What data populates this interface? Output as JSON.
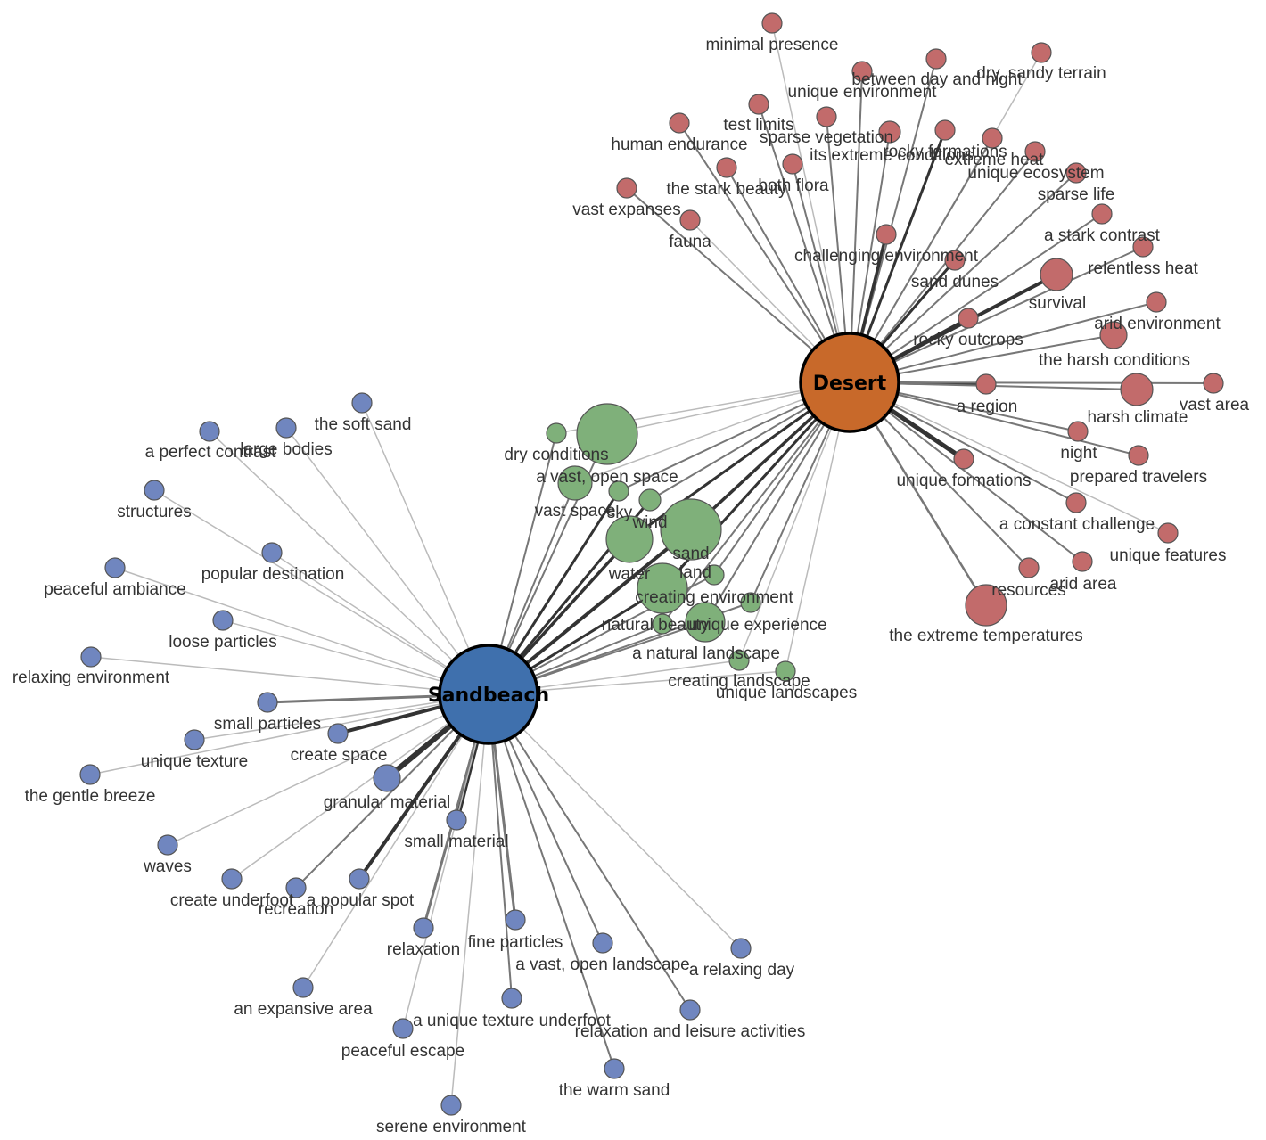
{
  "colors": {
    "desert": "#c26b6b",
    "sandbeach": "#7086bf",
    "shared": "#7fb07a",
    "hub_desert": "#c8692a",
    "hub_sandbeach": "#3f70ad",
    "edge_light": "#bbbbbb",
    "edge_mid": "#777777",
    "edge_dark": "#333333"
  },
  "hubs": [
    {
      "id": "desert",
      "label": "Desert"
    },
    {
      "id": "sandbeach",
      "label": "Sandbeach"
    }
  ],
  "nodes": [
    {
      "id": "d1",
      "label": "minimal presence",
      "group": "desert"
    },
    {
      "id": "d2",
      "label": "between day and night",
      "group": "desert"
    },
    {
      "id": "d3",
      "label": "dry, sandy terrain",
      "group": "desert"
    },
    {
      "id": "d4",
      "label": "unique environment",
      "group": "desert"
    },
    {
      "id": "d5",
      "label": "test limits",
      "group": "desert"
    },
    {
      "id": "d6",
      "label": "human endurance",
      "group": "desert"
    },
    {
      "id": "d7",
      "label": "sparse vegetation",
      "group": "desert"
    },
    {
      "id": "d8",
      "label": "rocky formations",
      "group": "desert"
    },
    {
      "id": "d9",
      "label": "its extreme conditions",
      "group": "desert"
    },
    {
      "id": "d10",
      "label": "extreme heat",
      "group": "desert"
    },
    {
      "id": "d11",
      "label": "unique ecosystem",
      "group": "desert"
    },
    {
      "id": "d12",
      "label": "both flora",
      "group": "desert"
    },
    {
      "id": "d13",
      "label": "the stark beauty",
      "group": "desert"
    },
    {
      "id": "d14",
      "label": "sparse life",
      "group": "desert"
    },
    {
      "id": "d15",
      "label": "vast expanses",
      "group": "desert"
    },
    {
      "id": "d16",
      "label": "fauna",
      "group": "desert"
    },
    {
      "id": "d17",
      "label": "a stark contrast",
      "group": "desert"
    },
    {
      "id": "d18",
      "label": "challenging environment",
      "group": "desert"
    },
    {
      "id": "d19",
      "label": "relentless heat",
      "group": "desert"
    },
    {
      "id": "d20",
      "label": "sand dunes",
      "group": "desert"
    },
    {
      "id": "d21",
      "label": "survival",
      "group": "desert"
    },
    {
      "id": "d22",
      "label": "arid environment",
      "group": "desert"
    },
    {
      "id": "d23",
      "label": "rocky outcrops",
      "group": "desert"
    },
    {
      "id": "d24",
      "label": "the harsh conditions",
      "group": "desert"
    },
    {
      "id": "d25",
      "label": "a region",
      "group": "desert"
    },
    {
      "id": "d26",
      "label": "harsh climate",
      "group": "desert"
    },
    {
      "id": "d27",
      "label": "vast area",
      "group": "desert"
    },
    {
      "id": "d28",
      "label": "night",
      "group": "desert"
    },
    {
      "id": "d29",
      "label": "prepared travelers",
      "group": "desert"
    },
    {
      "id": "d30",
      "label": "unique formations",
      "group": "desert"
    },
    {
      "id": "d31",
      "label": "a constant challenge",
      "group": "desert"
    },
    {
      "id": "d32",
      "label": "unique features",
      "group": "desert"
    },
    {
      "id": "d33",
      "label": "resources",
      "group": "desert"
    },
    {
      "id": "d34",
      "label": "arid area",
      "group": "desert"
    },
    {
      "id": "d35",
      "label": "the extreme temperatures",
      "group": "desert"
    },
    {
      "id": "g1",
      "label": "dry conditions",
      "group": "shared"
    },
    {
      "id": "g2",
      "label": "a vast, open space",
      "group": "shared"
    },
    {
      "id": "g3",
      "label": "vast space",
      "group": "shared"
    },
    {
      "id": "g4",
      "label": "sky",
      "group": "shared"
    },
    {
      "id": "g5",
      "label": "wind",
      "group": "shared"
    },
    {
      "id": "g6",
      "label": "water",
      "group": "shared"
    },
    {
      "id": "g7",
      "label": "sand",
      "group": "shared"
    },
    {
      "id": "g8",
      "label": "land",
      "group": "shared"
    },
    {
      "id": "g9",
      "label": "creating environment",
      "group": "shared"
    },
    {
      "id": "g10",
      "label": "natural beauty",
      "group": "shared"
    },
    {
      "id": "g11",
      "label": "unique experience",
      "group": "shared"
    },
    {
      "id": "g12",
      "label": "a natural landscape",
      "group": "shared"
    },
    {
      "id": "g13",
      "label": "creating landscape",
      "group": "shared"
    },
    {
      "id": "g14",
      "label": "unique landscapes",
      "group": "shared"
    },
    {
      "id": "b1",
      "label": "the soft sand",
      "group": "sandbeach"
    },
    {
      "id": "b2",
      "label": "a perfect contrast",
      "group": "sandbeach"
    },
    {
      "id": "b3",
      "label": "large bodies",
      "group": "sandbeach"
    },
    {
      "id": "b4",
      "label": "structures",
      "group": "sandbeach"
    },
    {
      "id": "b5",
      "label": "popular destination",
      "group": "sandbeach"
    },
    {
      "id": "b6",
      "label": "peaceful ambiance",
      "group": "sandbeach"
    },
    {
      "id": "b7",
      "label": "loose particles",
      "group": "sandbeach"
    },
    {
      "id": "b8",
      "label": "relaxing environment",
      "group": "sandbeach"
    },
    {
      "id": "b9",
      "label": "small particles",
      "group": "sandbeach"
    },
    {
      "id": "b10",
      "label": "create space",
      "group": "sandbeach"
    },
    {
      "id": "b11",
      "label": "unique texture",
      "group": "sandbeach"
    },
    {
      "id": "b12",
      "label": "the gentle breeze",
      "group": "sandbeach"
    },
    {
      "id": "b13",
      "label": "granular material",
      "group": "sandbeach"
    },
    {
      "id": "b14",
      "label": "small material",
      "group": "sandbeach"
    },
    {
      "id": "b15",
      "label": "waves",
      "group": "sandbeach"
    },
    {
      "id": "b16",
      "label": "create underfoot",
      "group": "sandbeach"
    },
    {
      "id": "b17",
      "label": "recreation",
      "group": "sandbeach"
    },
    {
      "id": "b18",
      "label": "a popular spot",
      "group": "sandbeach"
    },
    {
      "id": "b19",
      "label": "relaxation",
      "group": "sandbeach"
    },
    {
      "id": "b20",
      "label": "fine particles",
      "group": "sandbeach"
    },
    {
      "id": "b21",
      "label": "a vast, open landscape",
      "group": "sandbeach"
    },
    {
      "id": "b22",
      "label": "a relaxing day",
      "group": "sandbeach"
    },
    {
      "id": "b23",
      "label": "an expansive area",
      "group": "sandbeach"
    },
    {
      "id": "b24",
      "label": "a unique texture underfoot",
      "group": "sandbeach"
    },
    {
      "id": "b25",
      "label": "relaxation and leisure activities",
      "group": "sandbeach"
    },
    {
      "id": "b26",
      "label": "peaceful escape",
      "group": "sandbeach"
    },
    {
      "id": "b27",
      "label": "the warm sand",
      "group": "sandbeach"
    },
    {
      "id": "b28",
      "label": "serene environment",
      "group": "sandbeach"
    }
  ]
}
